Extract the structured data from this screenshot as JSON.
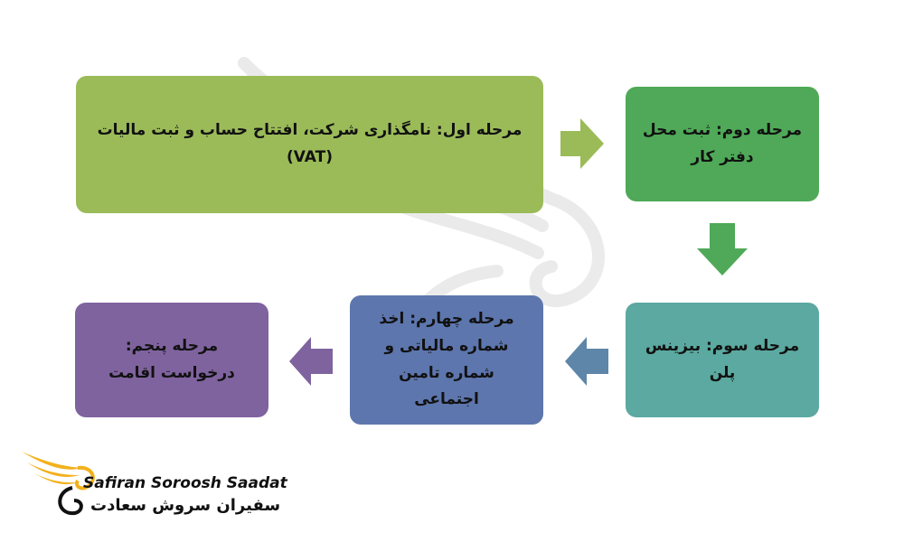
{
  "steps": {
    "step1": {
      "text": "مرحله اول: نامگذاری شرکت، افتتاح حساب و ثبت مالیات (VAT)",
      "color": "#9bbb59"
    },
    "step2": {
      "text": "مرحله دوم: ثبت محل دفتر کار",
      "color": "#4fa958"
    },
    "step3": {
      "text": "مرحله سوم: بیزینس پلن",
      "color": "#5ba9a0"
    },
    "step4": {
      "text": "مرحله چهارم: اخذ شماره مالیاتی و شماره تامین اجتماعی",
      "color": "#5d76ad"
    },
    "step5": {
      "text": "مرحله پنجم: درخواست اقامت",
      "color": "#7f639e"
    }
  },
  "logo": {
    "name_en": "Safiran Soroosh Saadat",
    "name_fa": "سفیران سروش سعادت",
    "icon": "bird-wing-logo-icon",
    "accent_color": "#f2b11b"
  },
  "watermark": {
    "icon": "bird-watermark-icon"
  }
}
